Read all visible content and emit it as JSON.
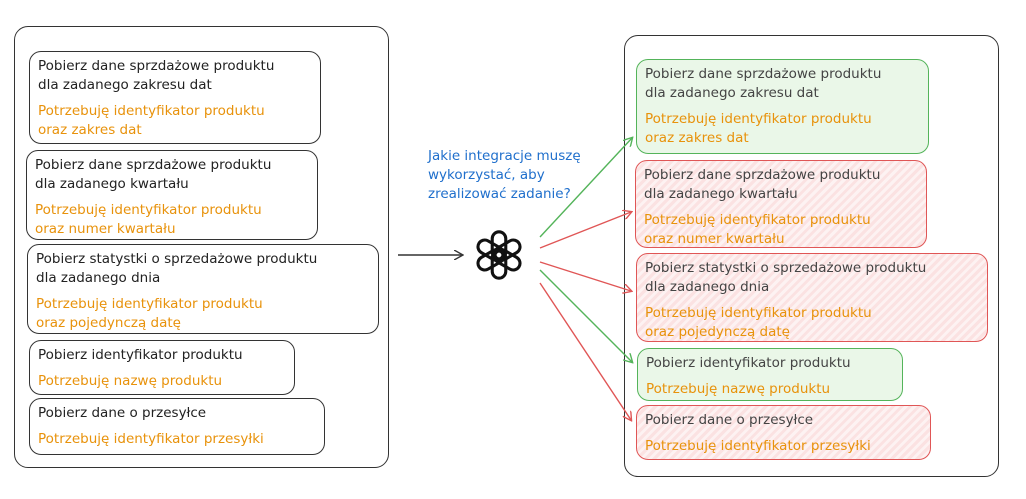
{
  "question": "Jakie integracje muszę\nwykorzystać, aby\nzrealizować zadanie?",
  "logo_icon": "openai-logo-icon",
  "colors": {
    "ok_border": "#54b45a",
    "bad_border": "#e05656",
    "requirement": "#e8920b",
    "question": "#1f6fcc"
  },
  "left": [
    {
      "title": "Pobierz dane sprzdażowe produktu\ndla zadanego zakresu dat",
      "req": "Potrzebuję identyfikator produktu\noraz zakres dat"
    },
    {
      "title": "Pobierz dane sprzdażowe produktu\ndla zadanego kwartału",
      "req": "Potrzebuję identyfikator produktu\noraz numer kwartału"
    },
    {
      "title": "Pobierz statystki o sprzedażowe produktu\ndla zadanego dnia",
      "req": "Potrzebuję identyfikator produktu\noraz pojedynczą datę"
    },
    {
      "title": "Pobierz identyfikator produktu",
      "req": "Potrzebuję nazwę produktu"
    },
    {
      "title": "Pobierz dane o przesyłce",
      "req": "Potrzebuję identyfikator przesyłki"
    }
  ],
  "right": [
    {
      "title": "Pobierz dane sprzdażowe produktu\ndla zadanego zakresu dat",
      "req": "Potrzebuję identyfikator produktu\noraz zakres dat",
      "status": "ok"
    },
    {
      "title": "Pobierz dane sprzdażowe produktu\ndla zadanego kwartału",
      "req": "Potrzebuję identyfikator produktu\noraz numer kwartału",
      "status": "bad"
    },
    {
      "title": "Pobierz statystki o sprzedażowe produktu\ndla zadanego dnia",
      "req": "Potrzebuję identyfikator produktu\noraz pojedynczą datę",
      "status": "bad"
    },
    {
      "title": "Pobierz identyfikator produktu",
      "req": "Potrzebuję nazwę produktu",
      "status": "ok"
    },
    {
      "title": "Pobierz dane o przesyłce",
      "req": "Potrzebuję identyfikator przesyłki",
      "status": "bad"
    }
  ]
}
